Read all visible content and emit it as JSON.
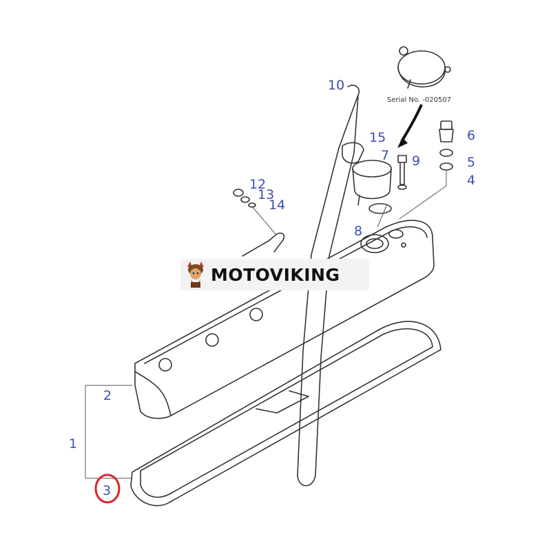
{
  "diagram": {
    "callouts": {
      "c1": "1",
      "c2": "2",
      "c3": "3",
      "c4": "4",
      "c5": "5",
      "c6": "6",
      "c7": "7",
      "c8": "8",
      "c9": "9",
      "c10": "10",
      "c12": "12",
      "c13": "13",
      "c14": "14",
      "c15": "15"
    },
    "serial_note": "Serial No. -020507",
    "highlighted_callout": "3"
  },
  "watermark": {
    "brand": "MOTOVIKING",
    "logo_icon": "viking-mascot-icon"
  },
  "colors": {
    "callout_text": "#3b4fb0",
    "highlight_ring": "#d8232a",
    "line_art": "#333333"
  }
}
